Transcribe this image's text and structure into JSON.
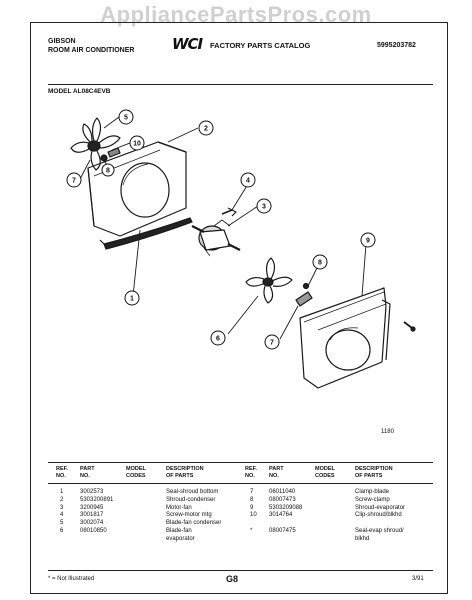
{
  "watermark": "AppliancePartsPros.com",
  "header": {
    "brand": "GIBSON",
    "product": "ROOM AIR CONDITIONER",
    "logo": "WCI",
    "catalog": "FACTORY PARTS CATALOG",
    "catalog_no": "5995203782"
  },
  "model": "MODEL AL08C4EVB",
  "diagram": {
    "callouts": [
      "1",
      "2",
      "3",
      "4",
      "5",
      "6",
      "7",
      "8",
      "9",
      "10"
    ],
    "figure_no": "1180"
  },
  "table": {
    "headers": {
      "ref_no": [
        "REF.",
        "NO."
      ],
      "part_no": [
        "PART",
        "NO."
      ],
      "model_codes": [
        "MODEL",
        "CODES"
      ],
      "description": [
        "DESCRIPTION",
        "OF PARTS"
      ]
    },
    "left_rows": [
      {
        "ref": "1",
        "part": "3002573",
        "codes": "",
        "desc": [
          "Seal-shroud bottom"
        ]
      },
      {
        "ref": "2",
        "part": "5303200891",
        "codes": "",
        "desc": [
          "Shroud-condenser"
        ]
      },
      {
        "ref": "3",
        "part": "3200945",
        "codes": "",
        "desc": [
          "Motor-fan"
        ]
      },
      {
        "ref": "4",
        "part": "3001817",
        "codes": "",
        "desc": [
          "Screw-motor mtg"
        ]
      },
      {
        "ref": "5",
        "part": "3002074",
        "codes": "",
        "desc": [
          "Blade-fan condenser"
        ]
      },
      {
        "ref": "6",
        "part": "08010850",
        "codes": "",
        "desc": [
          "Blade-fan",
          "evaporator"
        ]
      }
    ],
    "right_rows": [
      {
        "ref": "7",
        "part": "06011040",
        "codes": "",
        "desc": [
          "Clamp-blade"
        ]
      },
      {
        "ref": "8",
        "part": "08007473",
        "codes": "",
        "desc": [
          "Screw-clamp"
        ]
      },
      {
        "ref": "9",
        "part": "5303209088",
        "codes": "",
        "desc": [
          "Shroud-evaporator"
        ]
      },
      {
        "ref": "10",
        "part": "3014764",
        "codes": "",
        "desc": [
          "Clip-shroud/blkhd"
        ]
      },
      {
        "ref": "*",
        "part": "08007475",
        "codes": "",
        "desc": [
          "Seal-evap shroud/",
          "blkhd"
        ]
      }
    ]
  },
  "footer": {
    "note": "* = Not Illustrated",
    "page": "G8",
    "date": "3/91"
  }
}
